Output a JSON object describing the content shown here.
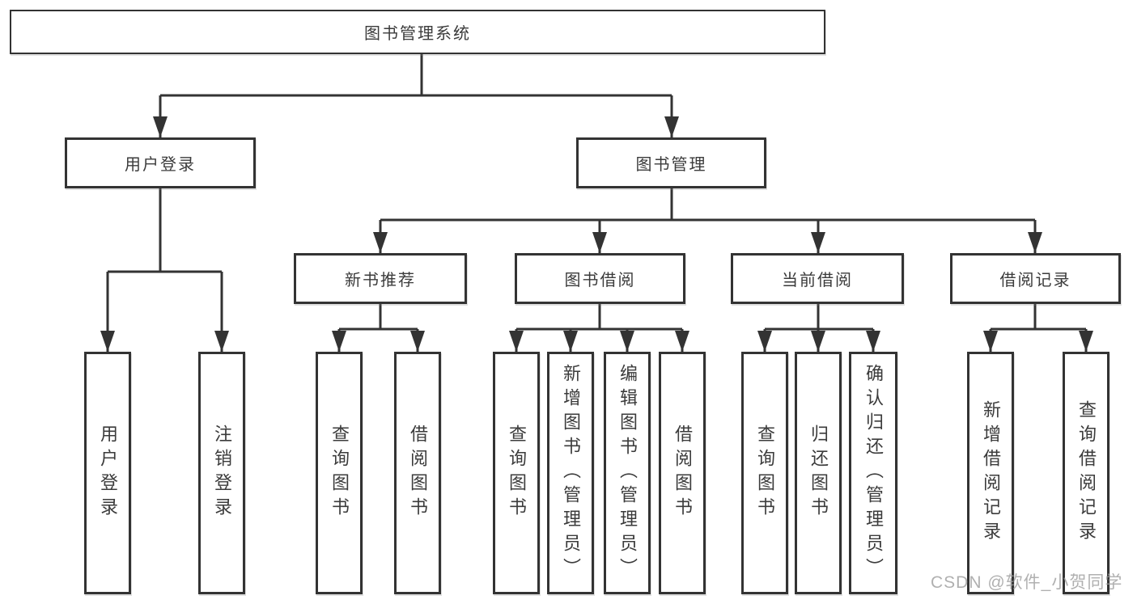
{
  "tree": {
    "label": "图书管理系统",
    "children": [
      {
        "label": "用户登录",
        "children": [
          {
            "label": "用户登录"
          },
          {
            "label": "注销登录"
          }
        ]
      },
      {
        "label": "图书管理",
        "children": [
          {
            "label": "新书推荐",
            "children": [
              {
                "label": "查询图书"
              },
              {
                "label": "借阅图书"
              }
            ]
          },
          {
            "label": "图书借阅",
            "children": [
              {
                "label": "查询图书"
              },
              {
                "label": "新增图书（管理员）"
              },
              {
                "label": "编辑图书（管理员）"
              },
              {
                "label": "借阅图书"
              }
            ]
          },
          {
            "label": "当前借阅",
            "children": [
              {
                "label": "查询图书"
              },
              {
                "label": "归还图书"
              },
              {
                "label": "确认归还（管理员）"
              }
            ]
          },
          {
            "label": "借阅记录",
            "children": [
              {
                "label": "新增借阅记录"
              },
              {
                "label": "查询借阅记录"
              }
            ]
          }
        ]
      }
    ]
  },
  "watermark": {
    "text": "CSDN @软件_小贺同学"
  },
  "colors": {
    "line": "#333333",
    "text": "#3b3b3b",
    "box_fill": "#ffffff",
    "background": "#ffffff",
    "watermark": "#9b9b9b"
  }
}
